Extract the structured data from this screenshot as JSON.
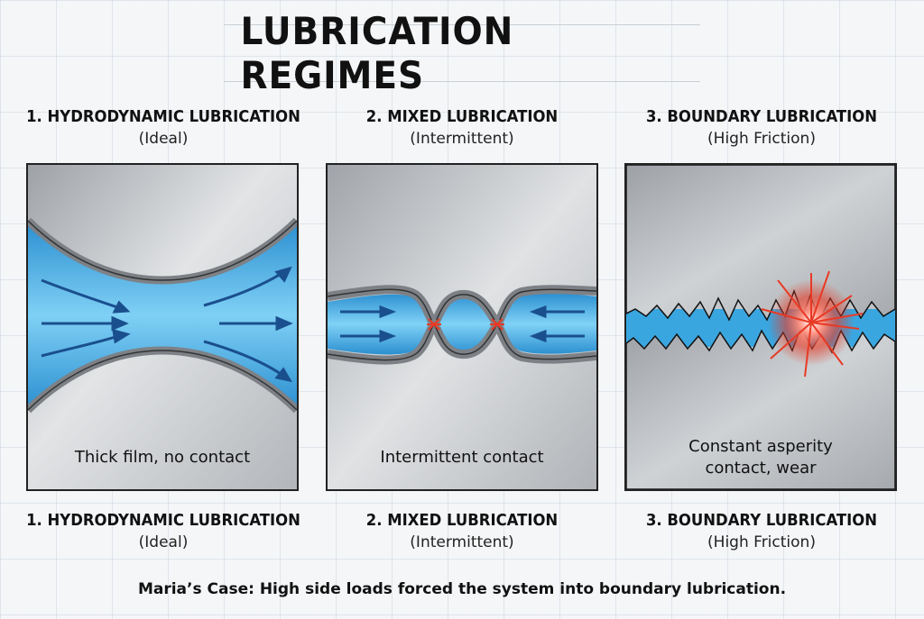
{
  "title": "LUBRICATION REGIMES",
  "regimes": [
    {
      "name": "1. HYDRODYNAMIC LUBRICATION",
      "condition": "(Ideal)",
      "caption": "Thick film, no contact"
    },
    {
      "name": "2. MIXED LUBRICATION",
      "condition": "(Intermittent)",
      "caption": "Intermittent contact"
    },
    {
      "name": "3. BOUNDARY LUBRICATION",
      "condition": "(High Friction)",
      "caption_line1": "Constant asperity",
      "caption_line2": "contact, wear"
    }
  ],
  "footer": "Maria’s Case: High side loads forced the system into boundary lubrication.",
  "colors": {
    "oil": "#3aa6e0",
    "metal": "#c4c7cb",
    "contact": "#e83a25"
  }
}
